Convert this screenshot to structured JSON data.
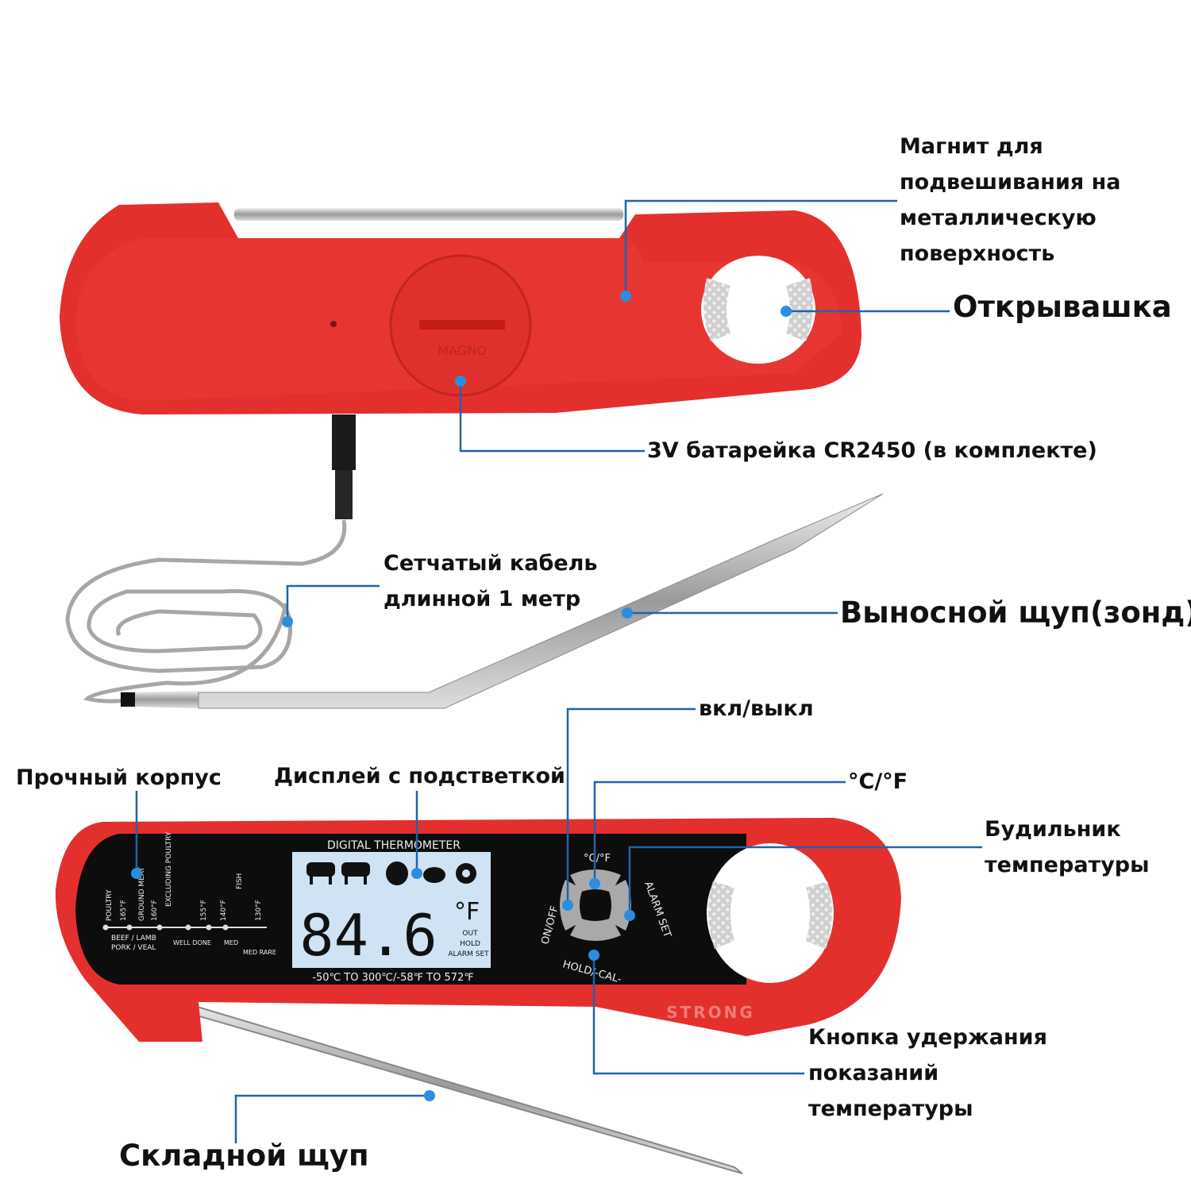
{
  "labels": {
    "magnet": [
      "Магнит для",
      "подвешивания на",
      "металлическую",
      "поверхность"
    ],
    "opener": "Открывашка",
    "battery": "3V батарейка CR2450 (в комплекте)",
    "cable": [
      "Сетчатый кабель",
      "длинной 1 метр"
    ],
    "remote_probe": "Выносной щуп(зонд)",
    "power": "вкл/выкл",
    "units": "°C/°F",
    "alarm": [
      "Будильник",
      "температуры"
    ],
    "body": "Прочный корпус",
    "display": "Дисплей с подстветкой",
    "hold": [
      "Кнопка удержания",
      "показаний",
      "температуры"
    ],
    "folding_probe": "Складной щуп"
  },
  "device": {
    "display_title": "DIGITAL THERMOMETER",
    "reading": "84.6",
    "unit": "°F",
    "indicators": [
      "OUT",
      "HOLD",
      "ALARM SET"
    ],
    "range": "-50℃  TO  300℃/-58℉  TO  572℉",
    "icons": [
      "cow-icon",
      "bull-icon",
      "turkey-icon",
      "chicken-icon",
      "gear-icon"
    ],
    "scale": {
      "groups": [
        "POULTRY",
        "GROUND MEAT",
        "EXCLUDING POULTRY",
        "FISH"
      ],
      "temps": [
        "165°F",
        "160°F",
        "155°F",
        "140°F",
        "130°F"
      ],
      "meats": [
        "BEEF / LAMB",
        "PORK / VEAL"
      ],
      "doneness": [
        "WELL DONE",
        "MED",
        "MED RARE"
      ]
    },
    "buttons": {
      "top": "°C/°F",
      "left": "ON/OFF",
      "right": "ALARM SET",
      "bottom": "HOLD/-CAL-"
    },
    "brand": "STRONG",
    "cover_text": "MAGNO"
  },
  "colors": {
    "body": "#e32b2b",
    "panel": "#0d0d0d",
    "lcd": "#cfe3f5",
    "leader": "#1f63a8",
    "dot": "#2a8ee0"
  }
}
